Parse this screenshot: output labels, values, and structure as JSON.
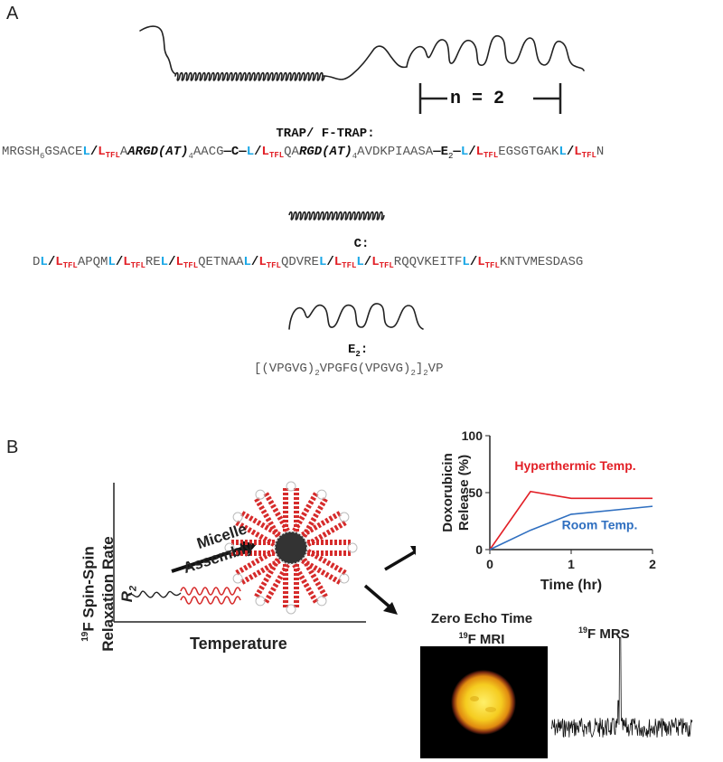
{
  "panelA": {
    "letter": "A",
    "n_label": "n = 2",
    "trap_label": "TRAP/ F-TRAP:",
    "c_label": "C:",
    "e2_label": "E",
    "e2_sub": "2",
    "e2_colon": ":",
    "trap_seq": [
      {
        "t": "MRGSH",
        "c": "n"
      },
      {
        "t": "6",
        "c": "sub"
      },
      {
        "t": "GSACE",
        "c": "n"
      },
      {
        "t": "L",
        "c": "L"
      },
      {
        "t": "/",
        "c": "K"
      },
      {
        "t": "L",
        "c": "R"
      },
      {
        "t": "TFL",
        "c": "subr"
      },
      {
        "t": "A",
        "c": "n"
      },
      {
        "t": "ARGD(AT)",
        "c": "bi"
      },
      {
        "t": "4",
        "c": "sub"
      },
      {
        "t": "AACG",
        "c": "n"
      },
      {
        "t": "—C—",
        "c": "K"
      },
      {
        "t": "L",
        "c": "L"
      },
      {
        "t": "/",
        "c": "K"
      },
      {
        "t": "L",
        "c": "R"
      },
      {
        "t": "TFL",
        "c": "subr"
      },
      {
        "t": "QA",
        "c": "n"
      },
      {
        "t": "RGD(AT)",
        "c": "bi"
      },
      {
        "t": "4",
        "c": "sub"
      },
      {
        "t": "AVDKPIAASA",
        "c": "n"
      },
      {
        "t": "—E",
        "c": "K"
      },
      {
        "t": "2",
        "c": "subk"
      },
      {
        "t": "—",
        "c": "K"
      },
      {
        "t": "L",
        "c": "L"
      },
      {
        "t": "/",
        "c": "K"
      },
      {
        "t": "L",
        "c": "R"
      },
      {
        "t": "TFL",
        "c": "subr"
      },
      {
        "t": "EGSGTGAK",
        "c": "n"
      },
      {
        "t": "L",
        "c": "L"
      },
      {
        "t": "/",
        "c": "K"
      },
      {
        "t": "L",
        "c": "R"
      },
      {
        "t": "TFL",
        "c": "subr"
      },
      {
        "t": "N",
        "c": "n"
      }
    ],
    "c_seq": [
      {
        "t": "D",
        "c": "n"
      },
      {
        "t": "L",
        "c": "L"
      },
      {
        "t": "/",
        "c": "K"
      },
      {
        "t": "L",
        "c": "R"
      },
      {
        "t": "TFL",
        "c": "subr"
      },
      {
        "t": "APQM",
        "c": "n"
      },
      {
        "t": "L",
        "c": "L"
      },
      {
        "t": "/",
        "c": "K"
      },
      {
        "t": "L",
        "c": "R"
      },
      {
        "t": "TFL",
        "c": "subr"
      },
      {
        "t": "RE",
        "c": "n"
      },
      {
        "t": "L",
        "c": "L"
      },
      {
        "t": "/",
        "c": "K"
      },
      {
        "t": "L",
        "c": "R"
      },
      {
        "t": "TFL",
        "c": "subr"
      },
      {
        "t": "QETNAA",
        "c": "n"
      },
      {
        "t": "L",
        "c": "L"
      },
      {
        "t": "/",
        "c": "K"
      },
      {
        "t": "L",
        "c": "R"
      },
      {
        "t": "TFL",
        "c": "subr"
      },
      {
        "t": "QDVRE",
        "c": "n"
      },
      {
        "t": "L",
        "c": "L"
      },
      {
        "t": "/",
        "c": "K"
      },
      {
        "t": "L",
        "c": "R"
      },
      {
        "t": "TFL",
        "c": "subr"
      },
      {
        "t": "L",
        "c": "L"
      },
      {
        "t": "/",
        "c": "K"
      },
      {
        "t": "L",
        "c": "R"
      },
      {
        "t": "TFL",
        "c": "subr"
      },
      {
        "t": "RQQVKEITF",
        "c": "n"
      },
      {
        "t": "L",
        "c": "L"
      },
      {
        "t": "/",
        "c": "K"
      },
      {
        "t": "L",
        "c": "R"
      },
      {
        "t": "TFL",
        "c": "subr"
      },
      {
        "t": "KNTVMESDASG",
        "c": "n"
      }
    ],
    "e2_seq": [
      {
        "t": "[(VPGVG)",
        "c": "n"
      },
      {
        "t": "2",
        "c": "sub"
      },
      {
        "t": "VPGFG(VPGVG)",
        "c": "n"
      },
      {
        "t": "2",
        "c": "sub"
      },
      {
        "t": "]",
        "c": "n"
      },
      {
        "t": "2",
        "c": "sub"
      },
      {
        "t": "VP",
        "c": "n"
      }
    ]
  },
  "panelB": {
    "letter": "B",
    "y_axis_label_line1": "F Spin-Spin",
    "y_axis_label_sup": "19",
    "y_axis_label_line2": "Relaxation Rate",
    "y_axis_label_line3": "R",
    "y_axis_label_sub": "2",
    "x_axis_label": "Temperature",
    "micelle_label_1": "Micelle",
    "micelle_label_2": "Assembly",
    "mri_title_1": "Zero Echo Time",
    "mri_title_2_sup": "19",
    "mri_title_2": "F MRI",
    "mrs_title_sup": "19",
    "mrs_title": "F MRS"
  },
  "chart_data": {
    "type": "line",
    "ylabel": "Doxorubicin Release (%)",
    "xlabel": "Time (hr)",
    "xlim": [
      0,
      2
    ],
    "ylim": [
      0,
      100
    ],
    "xticks": [
      0,
      1,
      2
    ],
    "yticks": [
      0,
      50,
      100
    ],
    "series": [
      {
        "name": "Hyperthermic Temp.",
        "color": "#e21f26",
        "x": [
          0,
          0.5,
          1,
          2
        ],
        "y": [
          0,
          51,
          45,
          45
        ]
      },
      {
        "name": "Room Temp.",
        "color": "#2f6fc0",
        "x": [
          0,
          0.5,
          1,
          2
        ],
        "y": [
          0,
          17,
          31,
          38
        ]
      }
    ],
    "grid": false
  }
}
